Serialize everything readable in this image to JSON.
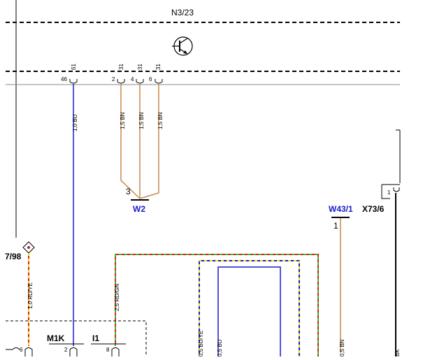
{
  "title": "N3/23",
  "components": {
    "w2": "W2",
    "w43_1": "W43/1",
    "x73_6": "X73/6",
    "m1k": "M1K",
    "i1": "I1",
    "ref_7_98": "7/98"
  },
  "pins": {
    "n3_46": "46",
    "n3_61": "61",
    "n3_2": "2",
    "n3_31a": "31",
    "n3_4": "4",
    "n3_31b": "31",
    "n3_6": "6",
    "n3_31c": "31",
    "w2_3": "3",
    "w43_1": "1",
    "x73_1": "1",
    "bottom_6": "6",
    "bottom_2": "2",
    "bottom_8": "8"
  },
  "wires": {
    "bu_main": "1,0 BU",
    "bn_1": "1,5 BN",
    "bn_2": "1,5 BN",
    "bn_3": "1,5 BN",
    "rdye": "1,0 RD/YE",
    "rdgn": "2,5 RD/GN",
    "buye": "0,5 BU/YE",
    "bu_small": "0,5 BU",
    "bn_small": "0,5 BN",
    "bk": "BK"
  },
  "colors": {
    "blue": "#1a1acc",
    "brown": "#c8894a",
    "red": "#e02020",
    "green": "#3ab83a",
    "yellow": "#e8e020",
    "black": "#000000"
  }
}
